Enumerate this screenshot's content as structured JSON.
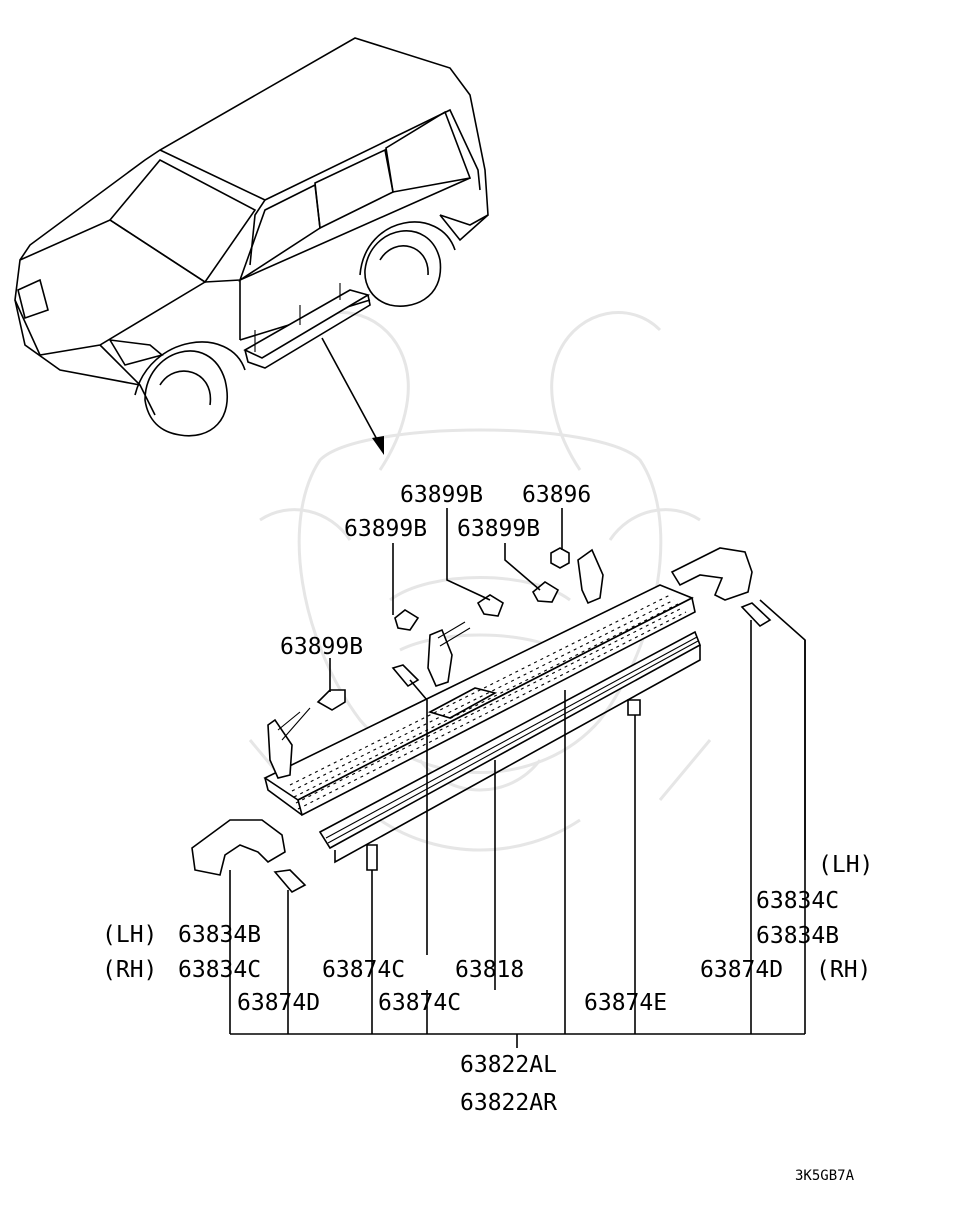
{
  "labels": {
    "p63899b_top": "63899B",
    "p63896": "63896",
    "p63899b_left": "63899B",
    "p63899b_right": "63899B",
    "p63899b_low": "63899B",
    "lh_left": "(LH)",
    "p63834b_left": "63834B",
    "rh_left": "(RH)",
    "p63834c_left": "63834C",
    "p63874d_left": "63874D",
    "p63874c_a": "63874C",
    "p63874c_b": "63874C",
    "p63818": "63818",
    "p63874e": "63874E",
    "lh_right": "(LH)",
    "p63834c_right": "63834C",
    "p63834b_right": "63834B",
    "p63874d_right": "63874D",
    "rh_right": "(RH)",
    "p63822al": "63822AL",
    "p63822ar": "63822AR"
  },
  "diagram_ref": "3K5GB7A"
}
